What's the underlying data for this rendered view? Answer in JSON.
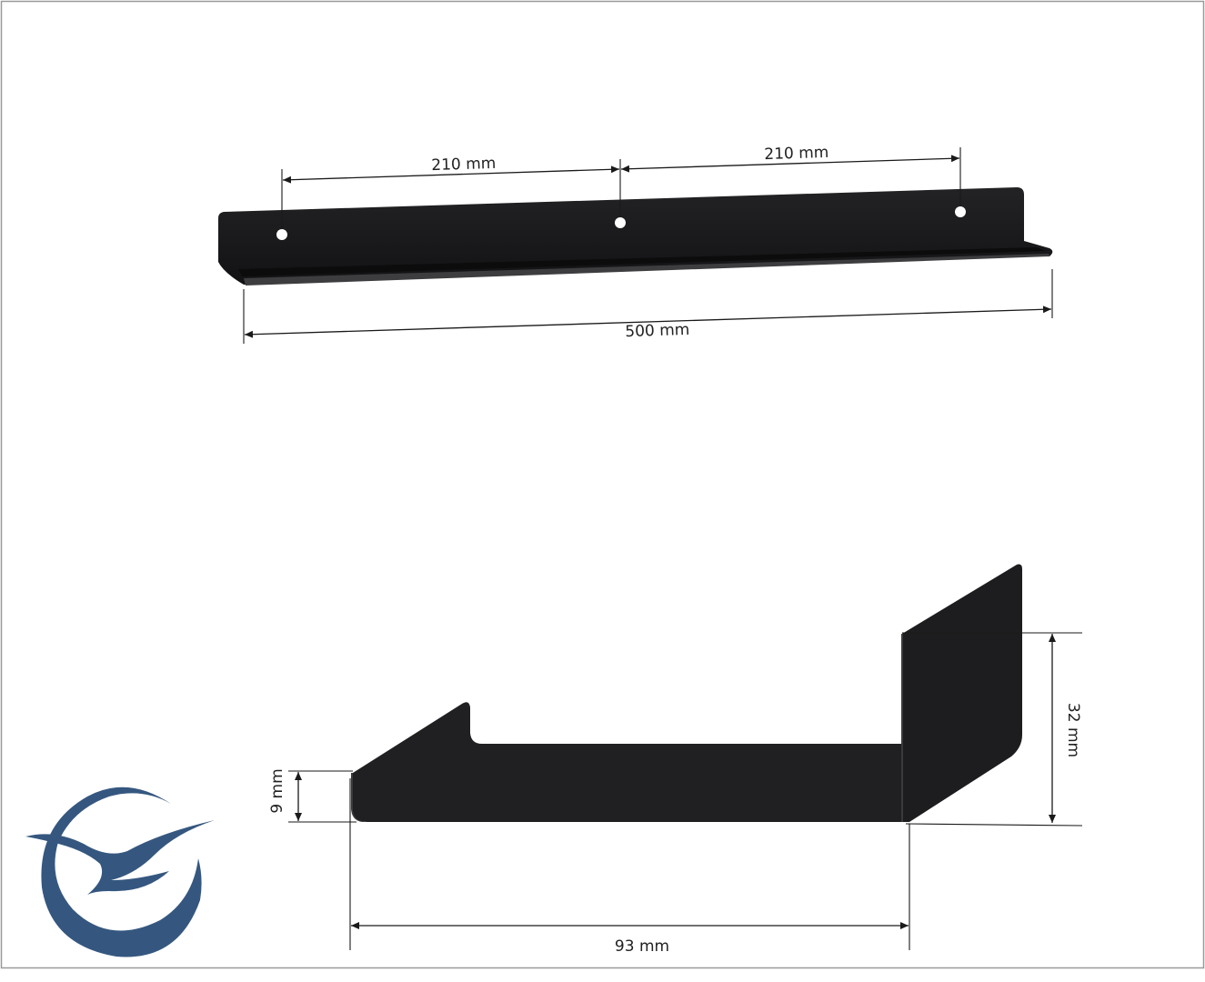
{
  "colors": {
    "shelf": "#1c1c1e",
    "shelf_edge": "#3a3a3c",
    "dimension": "#1a1a1a",
    "logo": "#35577f",
    "border": "#9a9a9a"
  },
  "top_view": {
    "spacing_left": "210 mm",
    "spacing_right": "210 mm",
    "total_length": "500 mm"
  },
  "side_view": {
    "lip_height": "9 mm",
    "back_height": "32 mm",
    "depth": "93 mm"
  },
  "logo": {
    "icon": "bird-over-wave-logo-icon"
  }
}
